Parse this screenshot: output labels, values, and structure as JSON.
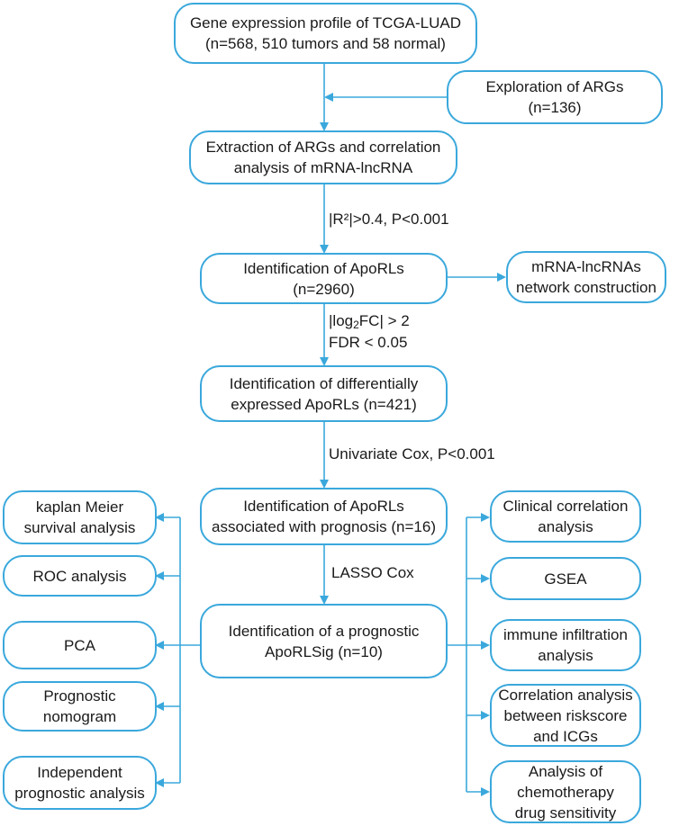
{
  "main_flow": {
    "gene_expression": "Gene expression profile of TCGA-LUAD\n(n=568, 510 tumors and 58 normal)",
    "exploration": "Exploration of ARGs\n(n=136)",
    "extraction": "Extraction of ARGs and correlation\nanalysis of mRNA-lncRNA",
    "identification_aporls": "Identification of ApoRLs\n(n=2960)",
    "network": "mRNA-lncRNAs\nnetwork construction",
    "differential": "Identification of differentially\nexpressed ApoRLs (n=421)",
    "prognosis": "Identification of ApoRLs\nassociated with prognosis (n=16)",
    "signature": "Identification of a prognostic\nApoRLSig (n=10)"
  },
  "edge_labels": {
    "correlation_filter": "|R²|>0.4, P<0.001",
    "logfc_prefix": "|log",
    "logfc_sub": "2",
    "logfc_suffix": "FC| > 2",
    "fdr": "FDR < 0.05",
    "univariate": "Univariate Cox, P<0.001",
    "lasso": "LASSO Cox"
  },
  "left_analyses": [
    "kaplan Meier\nsurvival analysis",
    "ROC analysis",
    "PCA",
    "Prognostic\nnomogram",
    "Independent\nprognostic analysis"
  ],
  "right_analyses": [
    "Clinical correlation\nanalysis",
    "GSEA",
    "immune infiltration\nanalysis",
    "Correlation analysis\nbetween riskscore\nand ICGs",
    "Analysis of\nchemotherapy\ndrug sensitivity"
  ],
  "colors": {
    "stroke": "#3aa8dc",
    "text": "#1a1a1a",
    "background": "#ffffff"
  }
}
